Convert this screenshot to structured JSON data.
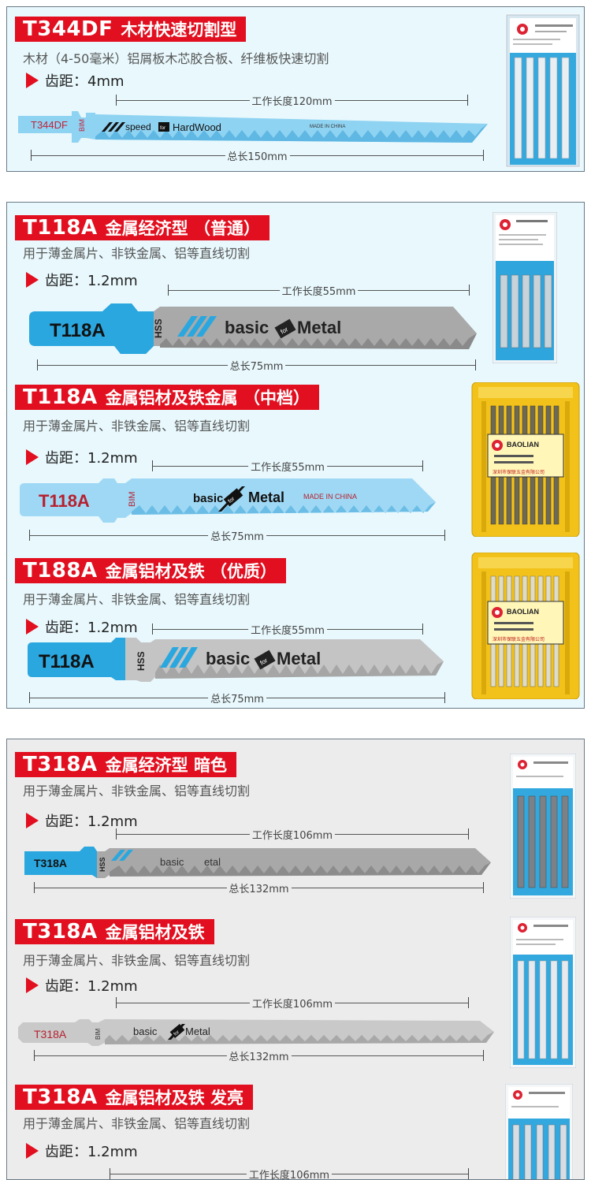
{
  "panel1": {
    "title_code": "T344DF",
    "title_text": "木材快速切割型",
    "desc": "木材（4-50毫米）铝屑板木芯胶合板、纤维板快速切割",
    "pitch": "齿距：4mm",
    "work_length": "工作长度120mm",
    "total_length": "总长150mm",
    "blade_code": "T344DF",
    "blade_mat": "BIM",
    "blade_speed": "speed",
    "blade_for": "for",
    "blade_wood": "HardWood",
    "blade_made": "MADE IN CHINA"
  },
  "panel2": {
    "items": [
      {
        "title_code": "T118A",
        "title_text": "金属经济型 （普通）",
        "desc": "用于薄金属片、非铁金属、铝等直线切割",
        "pitch": "齿距：1.2mm",
        "work_length": "工作长度55mm",
        "total_length": "总长75mm",
        "blade_code": "T118A",
        "blade_mat": "HSS",
        "blade_basic": "basic",
        "blade_for": "for",
        "blade_metal": "Metal"
      },
      {
        "title_code": "T118A",
        "title_text": "金属铝材及铁金属 （中档）",
        "desc": "用于薄金属片、非铁金属、铝等直线切割",
        "pitch": "齿距：1.2mm",
        "work_length": "工作长度55mm",
        "total_length": "总长75mm",
        "blade_code": "T118A",
        "blade_mat": "BIM",
        "blade_basic": "basic",
        "blade_for": "for",
        "blade_metal": "Metal",
        "blade_made": "MADE IN CHINA"
      },
      {
        "title_code": "T188A",
        "title_text": "金属铝材及铁 （优质）",
        "desc": "用于薄金属片、非铁金属、铝等直线切割",
        "pitch": "齿距：1.2mm",
        "work_length": "工作长度55mm",
        "total_length": "总长75mm",
        "blade_code": "T118A",
        "blade_mat": "HSS",
        "blade_basic": "basic",
        "blade_for": "for",
        "blade_metal": "Metal"
      }
    ],
    "box_brand": "BAOLIAN",
    "box_company": "深圳市保联五金有限公司"
  },
  "panel3": {
    "items": [
      {
        "title_code": "T318A",
        "title_text": "金属经济型  暗色",
        "desc": "用于薄金属片、非铁金属、铝等直线切割",
        "pitch": "齿距：1.2mm",
        "work_length": "工作长度106mm",
        "total_length": "总长132mm",
        "blade_code": "T318A",
        "blade_mat": "HSS",
        "blade_basic": "basic",
        "blade_metal": "etal"
      },
      {
        "title_code": "T318A",
        "title_text": "金属铝材及铁",
        "desc": "用于薄金属片、非铁金属、铝等直线切割",
        "pitch": "齿距：1.2mm",
        "work_length": "工作长度106mm",
        "total_length": "总长132mm",
        "blade_code": "T318A",
        "blade_mat": "BIM",
        "blade_basic": "basic",
        "blade_for": "for",
        "blade_metal": "Metal"
      },
      {
        "title_code": "T318A",
        "title_text": "金属铝材及铁 发亮",
        "desc": "用于薄金属片、非铁金属、铝等直线切割",
        "pitch": "齿距：1.2mm",
        "work_length": "工作长度106mm"
      }
    ]
  },
  "colors": {
    "accent_red": "#e10f1f",
    "panel_cyan": "#e8f8fd",
    "panel_gray": "#ececec",
    "blade_blue": "#6fc6ee",
    "blade_gray": "#b4b4b4"
  }
}
